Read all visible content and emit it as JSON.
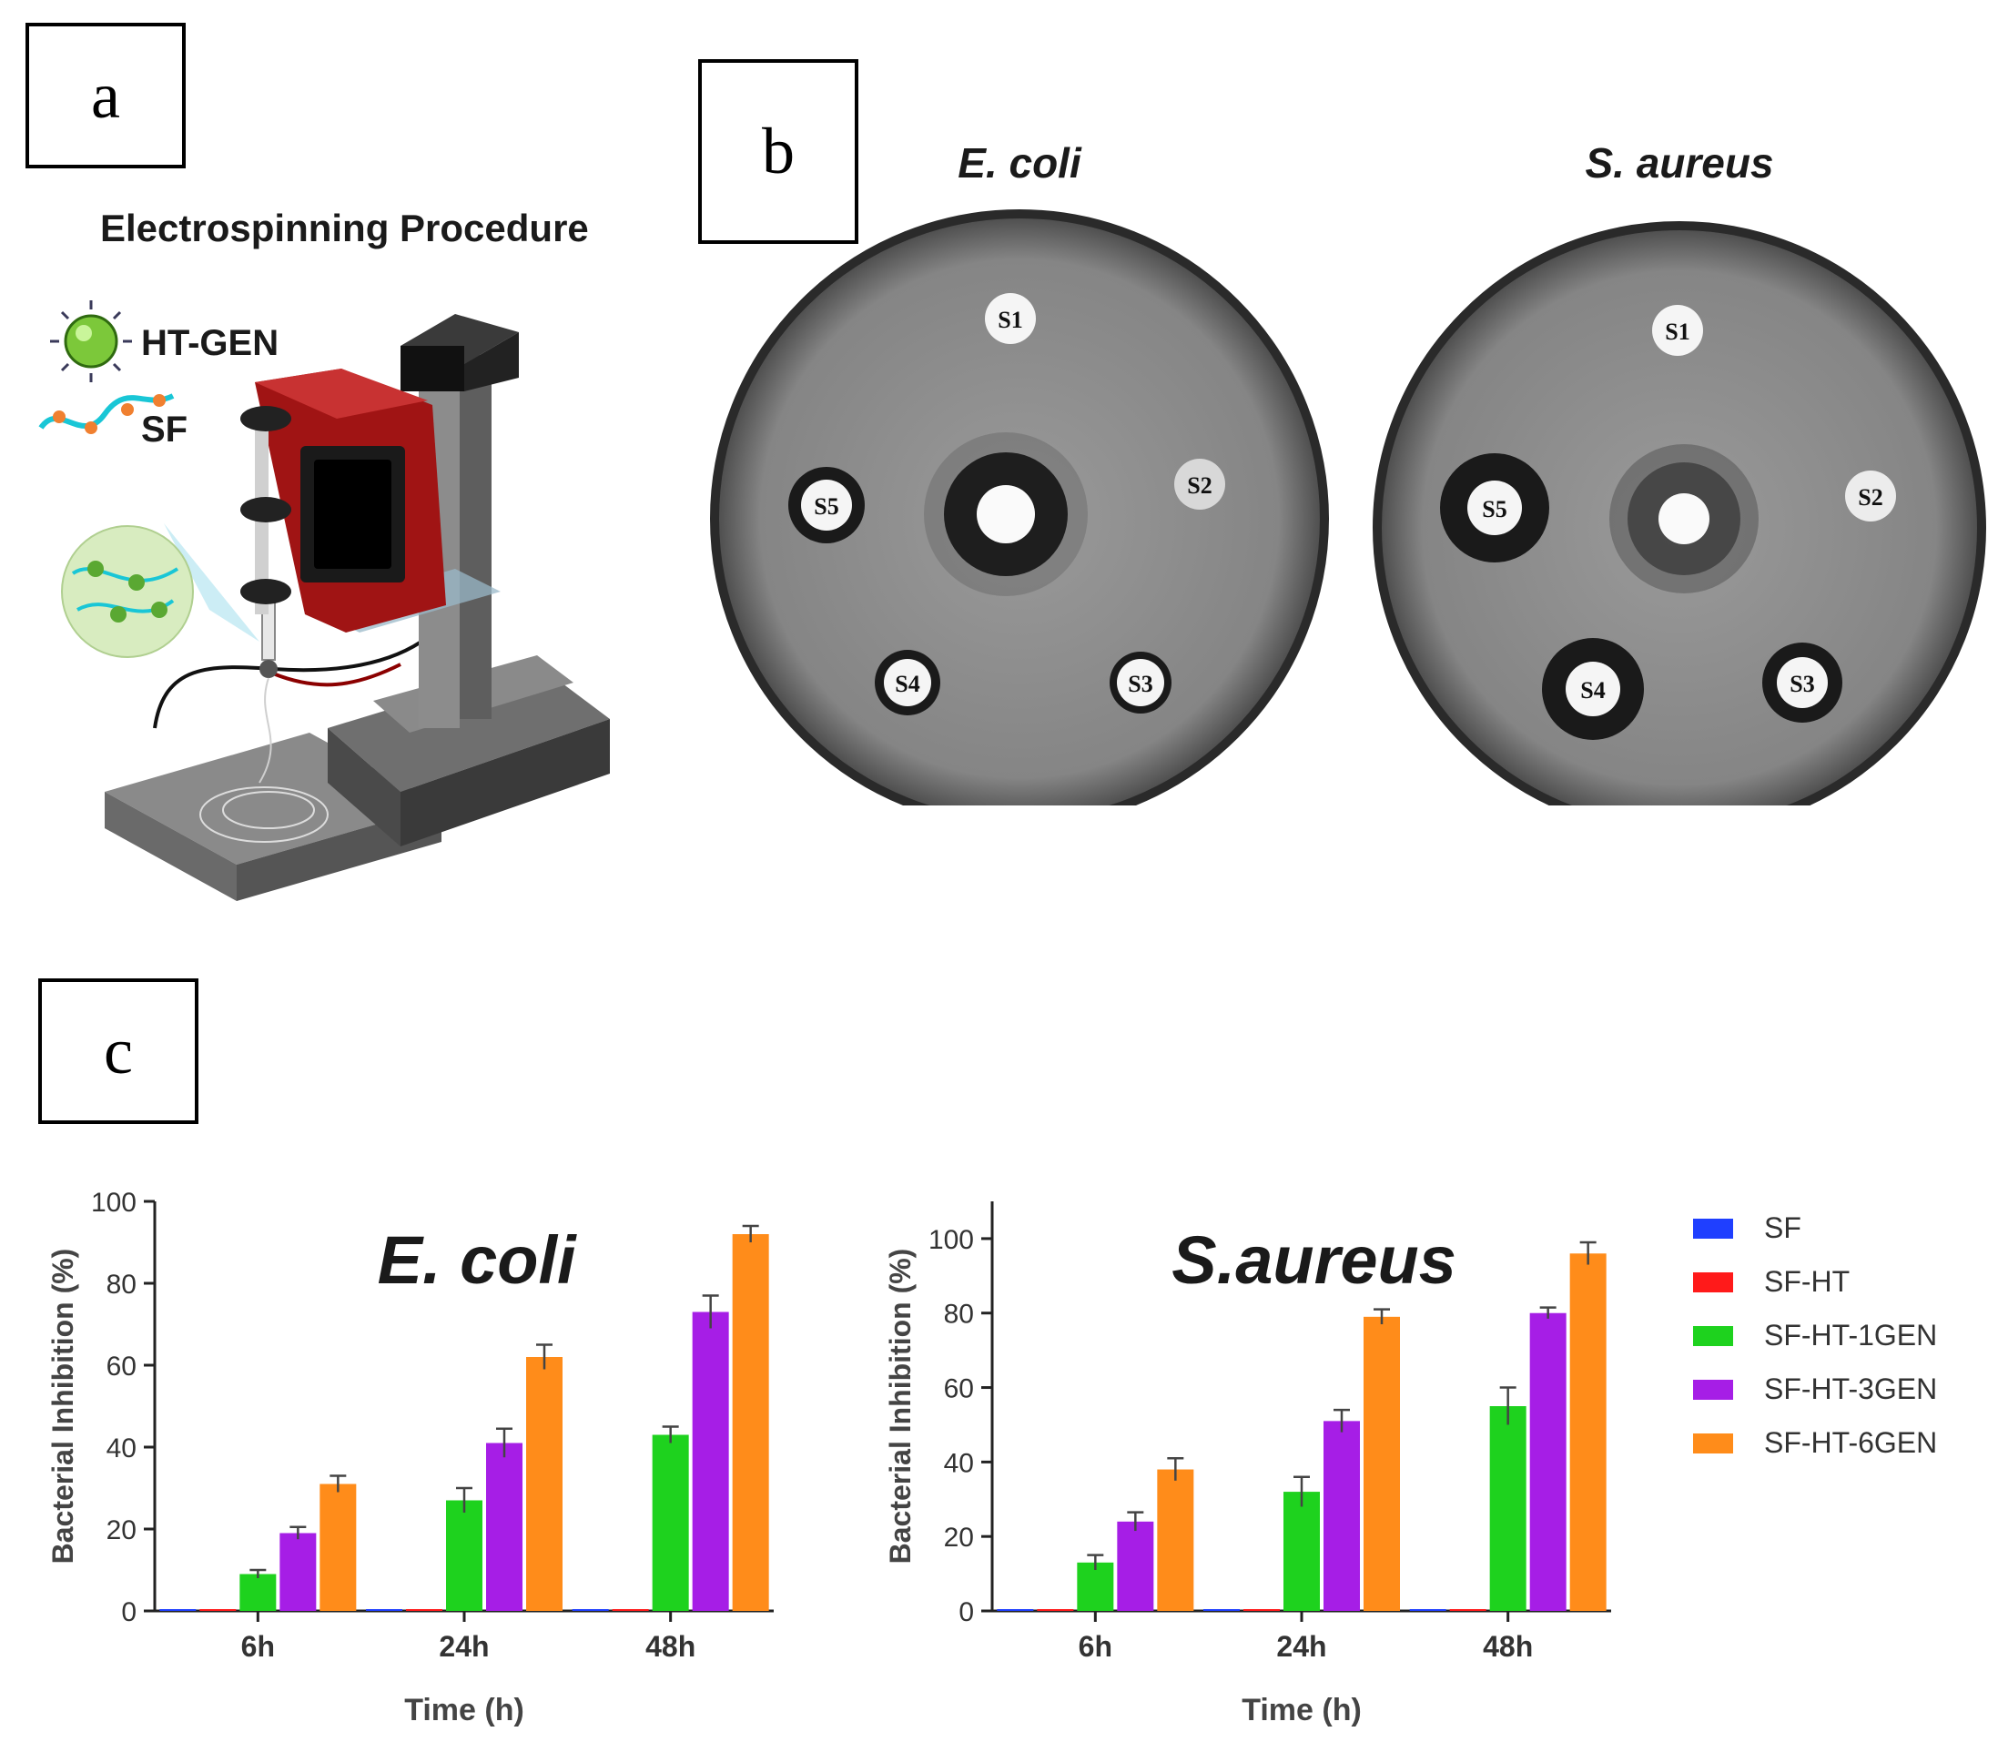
{
  "panels": {
    "a": {
      "label": "a",
      "title": "Electrospinning Procedure",
      "material_labels": [
        "HT-GEN",
        "SF"
      ]
    },
    "b": {
      "label": "b",
      "plates": [
        {
          "title": "E. coli",
          "discs": [
            "S1",
            "S2",
            "S3",
            "S4",
            "S5"
          ]
        },
        {
          "title": "S. aureus",
          "discs": [
            "S1",
            "S2",
            "S3",
            "S4",
            "S5"
          ]
        }
      ]
    },
    "c": {
      "label": "c"
    }
  },
  "chart_data": [
    {
      "type": "bar",
      "title": "E. coli",
      "xlabel": "Time (h)",
      "ylabel": "Bacterial Inhibition (%)",
      "categories": [
        "6h",
        "24h",
        "48h"
      ],
      "ylim": [
        0,
        100
      ],
      "yticks": [
        0,
        20,
        40,
        60,
        80,
        100
      ],
      "grid": false,
      "series": [
        {
          "name": "SF",
          "color": "#1f3fff",
          "values": [
            0,
            0,
            0
          ],
          "errors": [
            0,
            0,
            0
          ]
        },
        {
          "name": "SF-HT",
          "color": "#ff1a1a",
          "values": [
            0,
            0,
            0
          ],
          "errors": [
            0,
            0,
            0
          ]
        },
        {
          "name": "SF-HT-1GEN",
          "color": "#1ed21e",
          "values": [
            9,
            27,
            43
          ],
          "errors": [
            1,
            3,
            2
          ]
        },
        {
          "name": "SF-HT-3GEN",
          "color": "#a61ee6",
          "values": [
            19,
            41,
            73
          ],
          "errors": [
            1.5,
            3.5,
            4
          ]
        },
        {
          "name": "SF-HT-6GEN",
          "color": "#ff8c1a",
          "values": [
            31,
            62,
            92
          ],
          "errors": [
            2,
            3,
            2
          ]
        }
      ]
    },
    {
      "type": "bar",
      "title": "S.aureus",
      "xlabel": "Time (h)",
      "ylabel": "Bacterial Inhibition (%)",
      "categories": [
        "6h",
        "24h",
        "48h"
      ],
      "ylim": [
        0,
        110
      ],
      "yticks": [
        0,
        20,
        40,
        60,
        80,
        100
      ],
      "grid": false,
      "series": [
        {
          "name": "SF",
          "color": "#1f3fff",
          "values": [
            0,
            0,
            0
          ],
          "errors": [
            0,
            0,
            0
          ]
        },
        {
          "name": "SF-HT",
          "color": "#ff1a1a",
          "values": [
            0,
            0,
            0
          ],
          "errors": [
            0,
            0,
            0
          ]
        },
        {
          "name": "SF-HT-1GEN",
          "color": "#1ed21e",
          "values": [
            13,
            32,
            55
          ],
          "errors": [
            2,
            4,
            5
          ]
        },
        {
          "name": "SF-HT-3GEN",
          "color": "#a61ee6",
          "values": [
            24,
            51,
            80
          ],
          "errors": [
            2.5,
            3,
            1.5
          ]
        },
        {
          "name": "SF-HT-6GEN",
          "color": "#ff8c1a",
          "values": [
            38,
            79,
            96
          ],
          "errors": [
            3,
            2,
            3
          ]
        }
      ]
    }
  ],
  "legend": [
    {
      "name": "SF",
      "color": "#1f3fff"
    },
    {
      "name": "SF-HT",
      "color": "#ff1a1a"
    },
    {
      "name": "SF-HT-1GEN",
      "color": "#1ed21e"
    },
    {
      "name": "SF-HT-3GEN",
      "color": "#a61ee6"
    },
    {
      "name": "SF-HT-6GEN",
      "color": "#ff8c1a"
    }
  ]
}
